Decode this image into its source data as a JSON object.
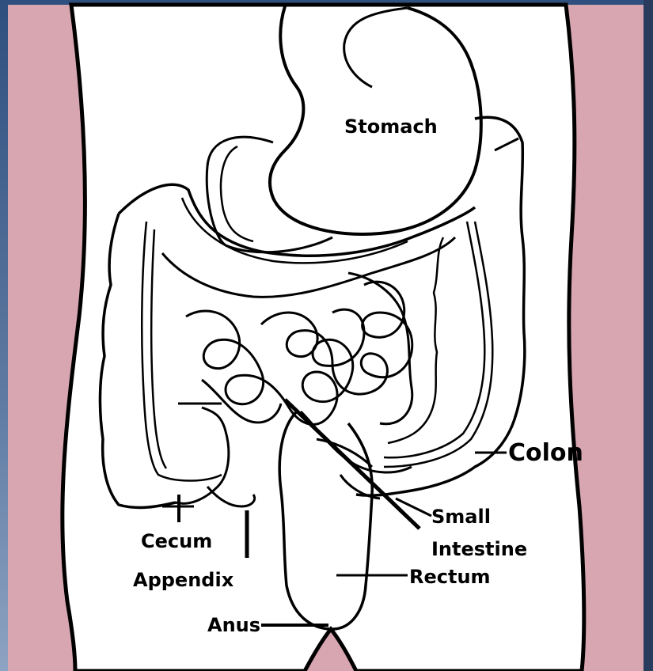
{
  "labels": {
    "stomach": "Stomach",
    "colon": "Colon",
    "small": "Small",
    "intestine": "Intestine",
    "rectum": "Rectum",
    "cecum": "Cecum",
    "appendix": "Appendix",
    "anus": "Anus"
  },
  "colors": {
    "background_gradient_top": "#2f4f7e",
    "skin": "#d8a6b1",
    "body": "#ffffff",
    "outline": "#000000"
  }
}
